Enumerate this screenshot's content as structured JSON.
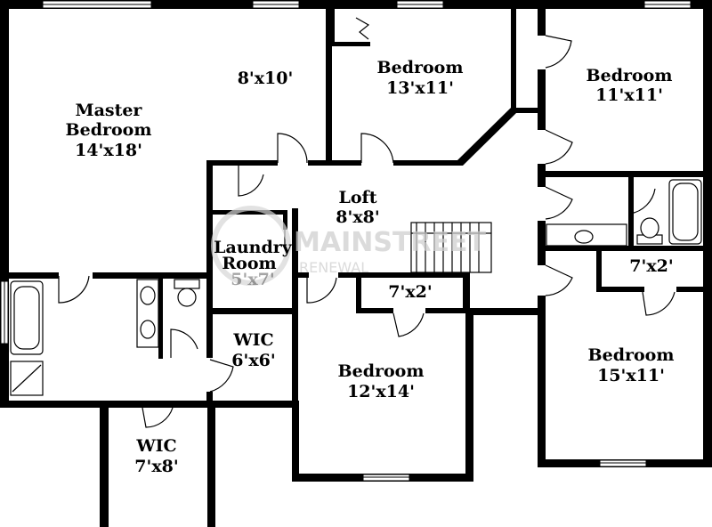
{
  "rooms": {
    "master": {
      "name_l1": "Master",
      "name_l2": "Bedroom",
      "size": "14'x18'"
    },
    "master_closet": {
      "size": "8'x10'"
    },
    "bedroom_top": {
      "name": "Bedroom",
      "size": "13'x11'"
    },
    "bedroom_right_top": {
      "name": "Bedroom",
      "size": "11'x11'"
    },
    "loft": {
      "name": "Loft",
      "size": "8'x8'"
    },
    "laundry": {
      "name_l1": "Laundry",
      "name_l2": "Room",
      "size": "5'x7'"
    },
    "closet_center": {
      "size": "7'x2'"
    },
    "closet_right": {
      "size": "7'x2'"
    },
    "wic_a": {
      "name": "WIC",
      "size": "6'x6'"
    },
    "bedroom_center": {
      "name": "Bedroom",
      "size": "12'x14'"
    },
    "bedroom_right_bottom": {
      "name": "Bedroom",
      "size": "15'x11'"
    },
    "wic_b": {
      "name": "WIC",
      "size": "7'x8'"
    }
  },
  "watermark": {
    "brand": "MAINSTREET",
    "sub": "RENEWAL"
  },
  "colors": {
    "wall": "#000000",
    "background": "#ffffff",
    "watermark": "#cfcfcf"
  }
}
